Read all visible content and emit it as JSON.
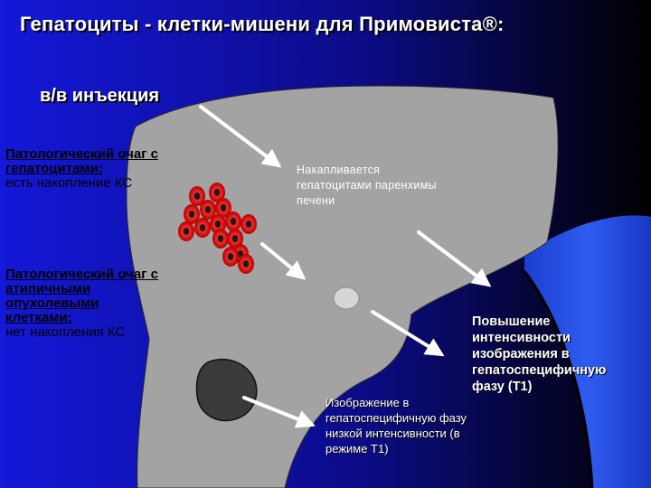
{
  "title": "Гепатоциты -  клетки-мишени для Примовиста®:",
  "injection_label": "в/в инъекция",
  "focus_hepatocyte": {
    "heading_line1": "Патологический очаг с",
    "heading_line2": "гепатоцитами:",
    "note": "есть накопление КС"
  },
  "focus_atypical": {
    "heading_line1": "Патологический очаг с",
    "heading_line2": "атипичными",
    "heading_line3": "опухолевыми",
    "heading_line4": "клетками:",
    "note": "нет накопления КС"
  },
  "parenchyma_note": {
    "line1": "Накапливается",
    "line2": "гепатоцитами паренхимы",
    "line3": "печени"
  },
  "intensity_increase": {
    "line1": "Повышение",
    "line2": "интенсивности",
    "line3": "изображения в",
    "line4": "гепатоспецифичную",
    "line5": "фазу (T1)"
  },
  "low_intensity": {
    "line1": "Изображение в",
    "line2": "гепатоспецифичную фазу",
    "line3": "низкой интенсивности (в",
    "line4": "режиме T1)"
  },
  "colors": {
    "background_left": "#1418d8",
    "background_right": "#000000",
    "liver": "#a3a3a3",
    "vessel": "#2a55e0",
    "cell": "#d81818",
    "tumor": "#3a3a3a",
    "small_lesion": "#d6d6d6"
  }
}
